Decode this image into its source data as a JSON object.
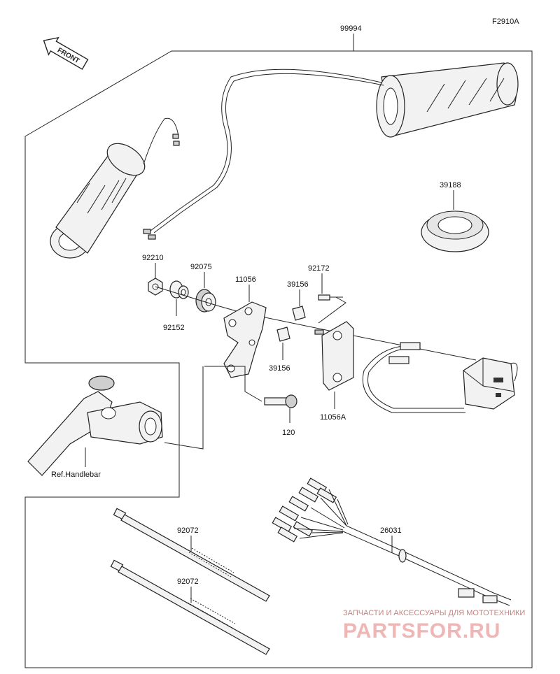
{
  "figure_code": "F2910A",
  "direction_arrow": "FRONT",
  "parts": {
    "grip_set": "99994",
    "spacer_ring": "39188",
    "nut_92210": "92210",
    "collar_92152": "92152",
    "grommet": "92075",
    "bracket": "11056",
    "pad_upper": "39156",
    "pad_lower": "39156",
    "screw_92172": "92172",
    "bracket_a": "11056A",
    "bolt": "120",
    "harness": "26031",
    "band_1": "92072",
    "band_2": "92072"
  },
  "reference": "Ref.Handlebar",
  "watermark": {
    "caption": "ЗАПЧАСТИ И АКСЕССУАРЫ ДЛЯ МОТОТЕХНИКИ",
    "brand": "PARTSFOR.RU"
  }
}
